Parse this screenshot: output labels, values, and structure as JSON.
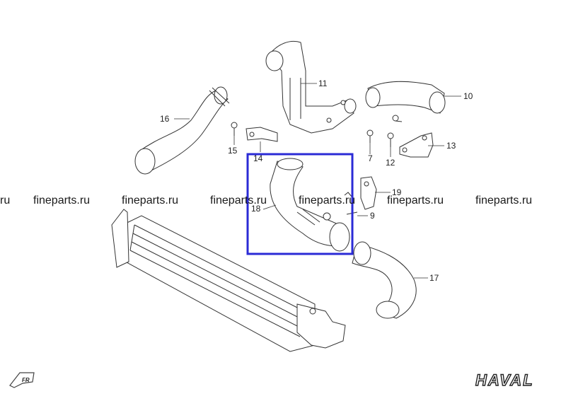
{
  "watermark": "fineparts.ru",
  "watermark_edge": "ru",
  "brand_logo": "HAVAL",
  "direction_badge": "FR",
  "highlight_color": "#2b2bd6",
  "callouts": [
    {
      "id": "c9",
      "label": "9"
    },
    {
      "id": "c10",
      "label": "10"
    },
    {
      "id": "c11",
      "label": "11"
    },
    {
      "id": "c12",
      "label": "12"
    },
    {
      "id": "c13",
      "label": "13"
    },
    {
      "id": "c14",
      "label": "14"
    },
    {
      "id": "c15",
      "label": "15"
    },
    {
      "id": "c16",
      "label": "16"
    },
    {
      "id": "c17",
      "label": "17"
    },
    {
      "id": "c18",
      "label": "18"
    },
    {
      "id": "c19",
      "label": "19"
    },
    {
      "id": "c7",
      "label": "7"
    }
  ]
}
